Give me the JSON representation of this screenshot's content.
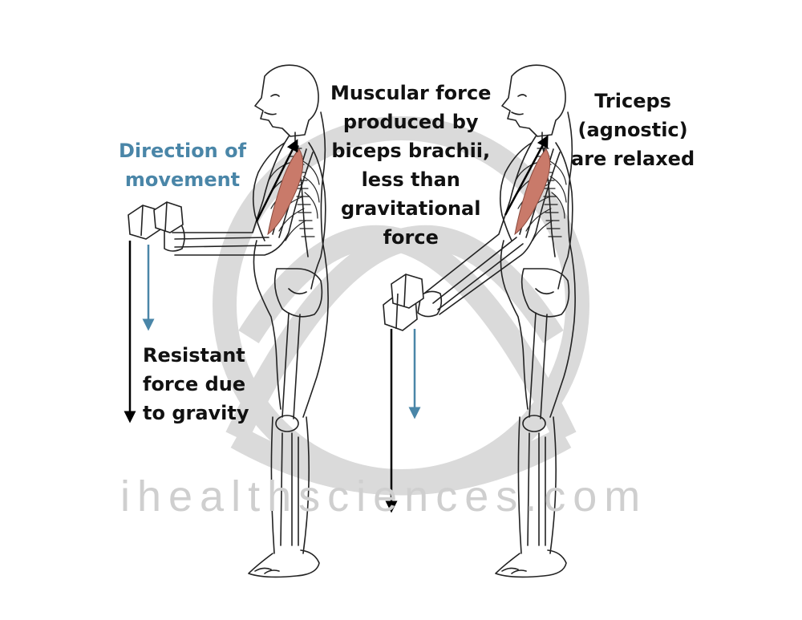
{
  "labels": {
    "direction": [
      "Direction of",
      "movement"
    ],
    "resistant": [
      "Resistant",
      "force due",
      "to gravity"
    ],
    "muscular": [
      "Muscular force",
      "produced by",
      "biceps brachii,",
      "less than",
      "gravitational",
      "force"
    ],
    "triceps": [
      "Triceps",
      "(agnostic)",
      "are relaxed"
    ]
  },
  "watermark": "ihealthsciences.com",
  "colors": {
    "movement_arrow": "#4a86a8",
    "force_arrow": "#000000",
    "muscle": "#c97a6a",
    "bone_outline": "#222222",
    "watermark": "#d0d0d0"
  },
  "icons": [
    "skeleton-figure",
    "dumbbell",
    "biceps-muscle",
    "triquetra-watermark"
  ]
}
